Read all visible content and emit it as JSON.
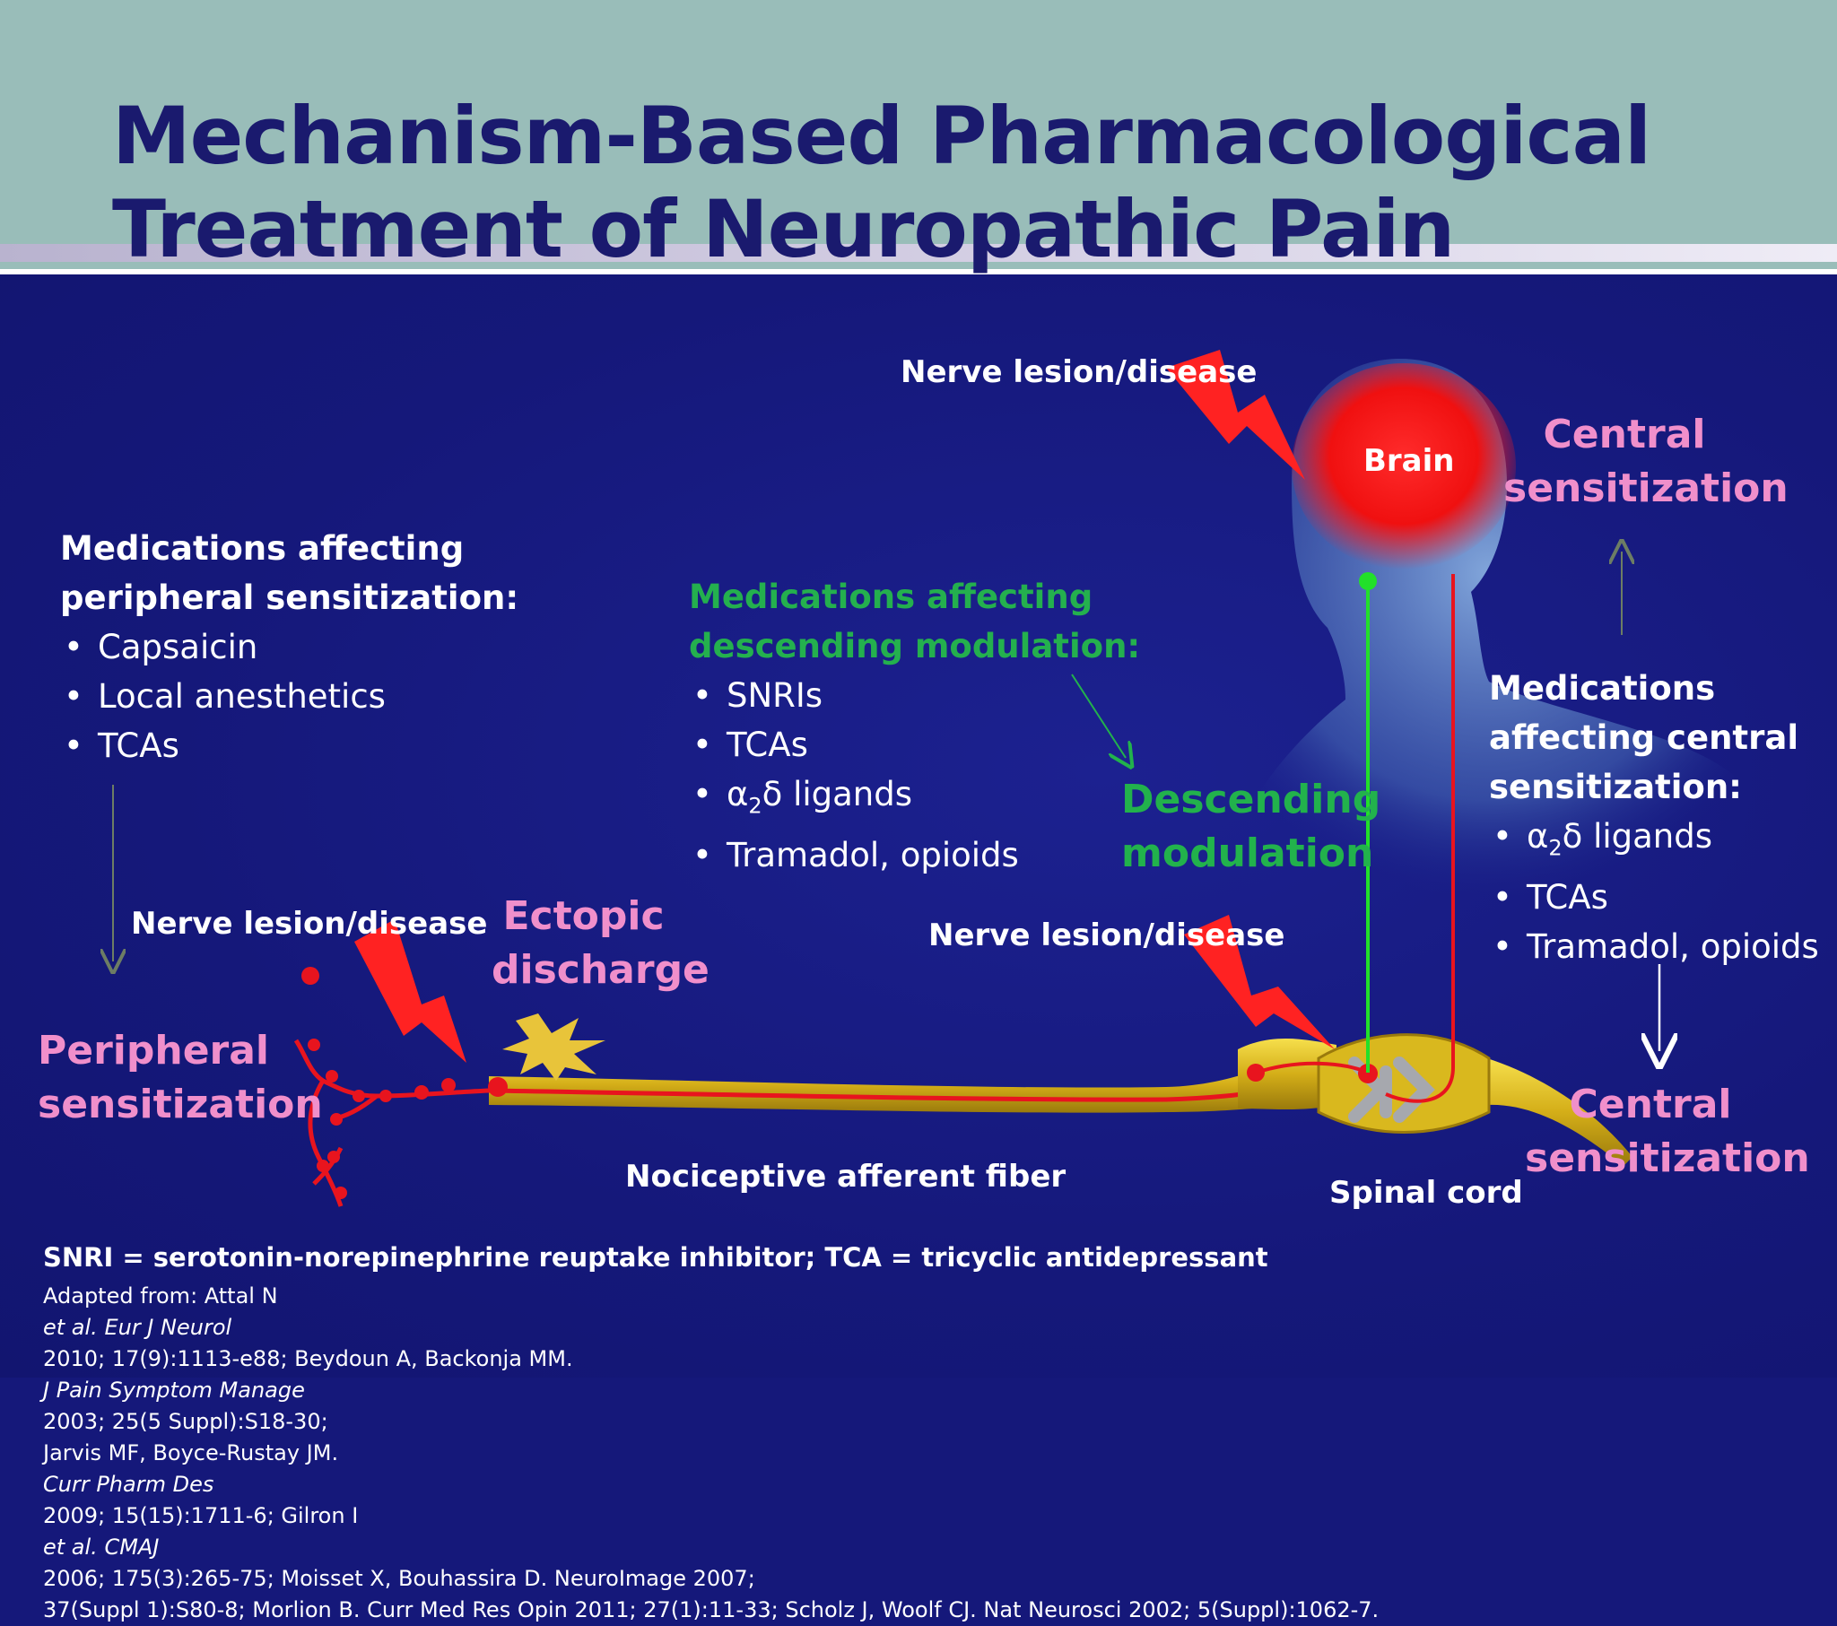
{
  "title": {
    "line1": "Mechanism-Based Pharmacological",
    "line2": "Treatment of Neuropathic Pain"
  },
  "labels": {
    "nerve_lesion_top": "Nerve lesion/disease",
    "brain": "Brain",
    "central_top_1": "Central",
    "central_top_2": "sensitization",
    "nerve_lesion_left": "Nerve lesion/disease",
    "ectopic_1": "Ectopic",
    "ectopic_2": "discharge",
    "nerve_lesion_mid": "Nerve lesion/disease",
    "descending_1": "Descending",
    "descending_2": "modulation",
    "peripheral_1": "Peripheral",
    "peripheral_2": "sensitization",
    "central_bottom_1": "Central",
    "central_bottom_2": "sensitization",
    "fiber": "Nociceptive afferent fiber",
    "spinal_cord": "Spinal cord"
  },
  "peripheral_meds": {
    "heading_1": "Medications affecting",
    "heading_2": "peripheral sensitization:",
    "items": [
      "Capsaicin",
      "Local anesthetics",
      "TCAs"
    ]
  },
  "descending_meds": {
    "heading_1": "Medications affecting",
    "heading_2": "descending modulation:",
    "items": [
      "SNRIs",
      "TCAs",
      "α2δ ligands",
      "Tramadol, opioids"
    ],
    "alpha_prefix": "α",
    "alpha_sub": "2",
    "alpha_suffix": "δ ligands"
  },
  "central_meds": {
    "heading_1": "Medications",
    "heading_2": "affecting central",
    "heading_3": "sensitization:",
    "items": [
      "α2δ ligands",
      "TCAs",
      "Tramadol, opioids"
    ],
    "alpha_prefix": "α",
    "alpha_sub": "2",
    "alpha_suffix": "δ ligands"
  },
  "footer": {
    "abbreviations": "SNRI = serotonin-norepinephrine reuptake inhibitor; TCA = tricyclic antidepressant",
    "ref1": {
      "a": "Adapted from: Attal N ",
      "b": "et al. Eur J Neurol",
      "c": " 2010; 17(9):1113-e88; Beydoun A, Backonja MM. ",
      "d": "J Pain Symptom Manage",
      "e": " 2003; 25(5 Suppl):S18-30;"
    },
    "ref2": {
      "a": "Jarvis MF, Boyce-Rustay JM. ",
      "b": "Curr Pharm Des",
      "c": " 2009; 15(15):1711-6; Gilron I ",
      "d": "et al. CMAJ",
      "e": " 2006; 175(3):265-75; Moisset X, Bouhassira D. NeuroImage 2007;"
    },
    "ref3": "37(Suppl 1):S80-8; Morlion B. Curr Med Res Opin 2011; 27(1):11-33; Scholz J, Woolf  CJ. Nat Neurosci 2002; 5(Suppl):1062-7."
  },
  "colors": {
    "background": "#15187a",
    "header": "#99bdb9",
    "title": "#1a1a6e",
    "pink_label": "#f08fcb",
    "green_label": "#22b24c",
    "nerve_fiber": "#e6c52a",
    "pain_signal": "#e8141e",
    "descending_path": "#22e02a"
  },
  "icons": [
    "lightning-bolt-icon",
    "starburst-icon",
    "brain-icon",
    "head-silhouette-icon",
    "spinal-cord-icon",
    "arrow-up-icon",
    "arrow-down-icon"
  ]
}
